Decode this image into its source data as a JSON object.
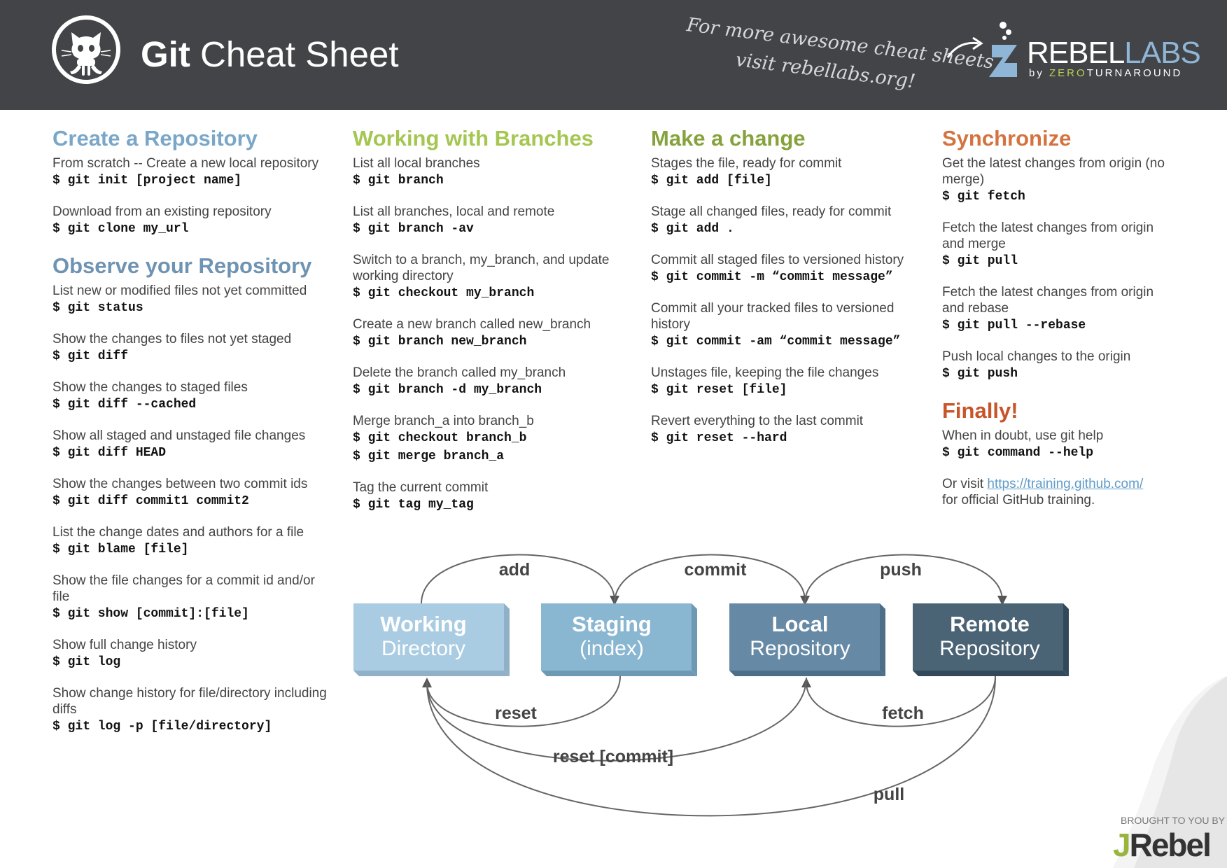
{
  "header": {
    "title_bold": "Git",
    "title_rest": " Cheat Sheet",
    "promo_line1": "For more awesome cheat sheets",
    "promo_line2": "visit rebellabs.org!",
    "brand_rebel": "REBEL",
    "brand_labs": "LABS",
    "brand_by": "by ",
    "brand_zero": "ZERO",
    "brand_turnaround": "TURNAROUND"
  },
  "columns": {
    "col1": {
      "create": {
        "title": "Create a Repository",
        "color": "#7aa6c8",
        "items": [
          {
            "desc": "From scratch -- Create a new local repository",
            "cmds": [
              "$ git init [project name]"
            ]
          },
          {
            "desc": "Download from an existing repository",
            "cmds": [
              "$ git clone my_url"
            ]
          }
        ]
      },
      "observe": {
        "title": "Observe your Repository",
        "color": "#6f93b2",
        "items": [
          {
            "desc": "List new or modified files not yet committed",
            "cmds": [
              "$ git status"
            ]
          },
          {
            "desc": "Show the changes to files not yet staged",
            "cmds": [
              "$ git diff"
            ]
          },
          {
            "desc": "Show the changes to staged files",
            "cmds": [
              "$ git diff --cached"
            ]
          },
          {
            "desc": "Show all staged and unstaged file changes",
            "cmds": [
              "$ git diff HEAD"
            ]
          },
          {
            "desc": "Show the changes between two commit ids",
            "cmds": [
              "$ git diff commit1 commit2"
            ]
          },
          {
            "desc": "List the change dates and authors for a file",
            "cmds": [
              "$ git blame [file]"
            ]
          },
          {
            "desc": "Show the file changes for a commit id and/or file",
            "cmds": [
              "$ git show [commit]:[file]"
            ]
          },
          {
            "desc": "Show full change history",
            "cmds": [
              "$ git log"
            ]
          },
          {
            "desc": "Show change history for file/directory including diffs",
            "cmds": [
              "$ git log -p [file/directory]"
            ]
          }
        ]
      }
    },
    "col2": {
      "branches": {
        "title": "Working with Branches",
        "color": "#a5c651",
        "items": [
          {
            "desc": "List all local branches",
            "cmds": [
              "$ git branch"
            ]
          },
          {
            "desc": "List all branches, local and remote",
            "cmds": [
              "$ git branch -av"
            ]
          },
          {
            "desc": "Switch to a branch, my_branch, and update working directory",
            "cmds": [
              "$ git checkout my_branch"
            ]
          },
          {
            "desc": "Create a new branch called new_branch",
            "cmds": [
              "$ git branch new_branch"
            ]
          },
          {
            "desc": "Delete the branch called my_branch",
            "cmds": [
              "$ git branch -d my_branch"
            ]
          },
          {
            "desc": "Merge branch_a into branch_b",
            "cmds": [
              "$ git checkout branch_b",
              "$ git merge branch_a"
            ]
          },
          {
            "desc": "Tag the current commit",
            "cmds": [
              "$ git tag my_tag"
            ]
          }
        ]
      }
    },
    "col3": {
      "change": {
        "title": "Make a change",
        "color": "#86a23c",
        "items": [
          {
            "desc": "Stages the file, ready for commit",
            "cmds": [
              "$ git add [file]"
            ]
          },
          {
            "desc": "Stage all changed files, ready for commit",
            "cmds": [
              "$ git add ."
            ]
          },
          {
            "desc": "Commit all staged files to versioned history",
            "cmds": [
              "$ git commit -m “commit message”"
            ]
          },
          {
            "desc": "Commit all your tracked files to versioned history",
            "cmds": [
              "$ git commit -am “commit message”"
            ]
          },
          {
            "desc": "Unstages file, keeping the file changes",
            "cmds": [
              "$ git reset [file]"
            ]
          },
          {
            "desc": "Revert everything to the last commit",
            "cmds": [
              "$ git reset --hard"
            ]
          }
        ]
      }
    },
    "col4": {
      "sync": {
        "title": "Synchronize",
        "color": "#d4733f",
        "items": [
          {
            "desc": "Get the latest changes from origin (no merge)",
            "cmds": [
              "$ git fetch"
            ]
          },
          {
            "desc": "Fetch the latest changes from origin and merge",
            "cmds": [
              "$ git pull"
            ]
          },
          {
            "desc": "Fetch the latest changes from origin and rebase",
            "cmds": [
              "$ git pull --rebase"
            ]
          },
          {
            "desc": "Push local changes to the origin",
            "cmds": [
              "$ git push"
            ]
          }
        ]
      },
      "finally": {
        "title": "Finally!",
        "color": "#c8542a",
        "desc1": "When in doubt, use git help",
        "cmd1": "$ git command --help",
        "visit_prefix": "Or visit ",
        "visit_link": "https://training.github.com/",
        "visit_suffix": "for official GitHub training."
      }
    }
  },
  "diagram": {
    "boxes": [
      {
        "line1": "Working",
        "line2": "Directory",
        "color": "#a9cce2"
      },
      {
        "line1": "Staging",
        "line2": "(index)",
        "color": "#89b6d1"
      },
      {
        "line1": "Local",
        "line2": "Repository",
        "color": "#6689a6"
      },
      {
        "line1": "Remote",
        "line2": "Repository",
        "color": "#4a6375"
      }
    ],
    "labels": {
      "add": "add",
      "commit": "commit",
      "push": "push",
      "reset": "reset",
      "fetch": "fetch",
      "reset_commit": "reset [commit]",
      "pull": "pull"
    }
  },
  "footer": {
    "brought": "BROUGHT TO YOU BY",
    "j": "J",
    "rebel": "Rebel"
  }
}
